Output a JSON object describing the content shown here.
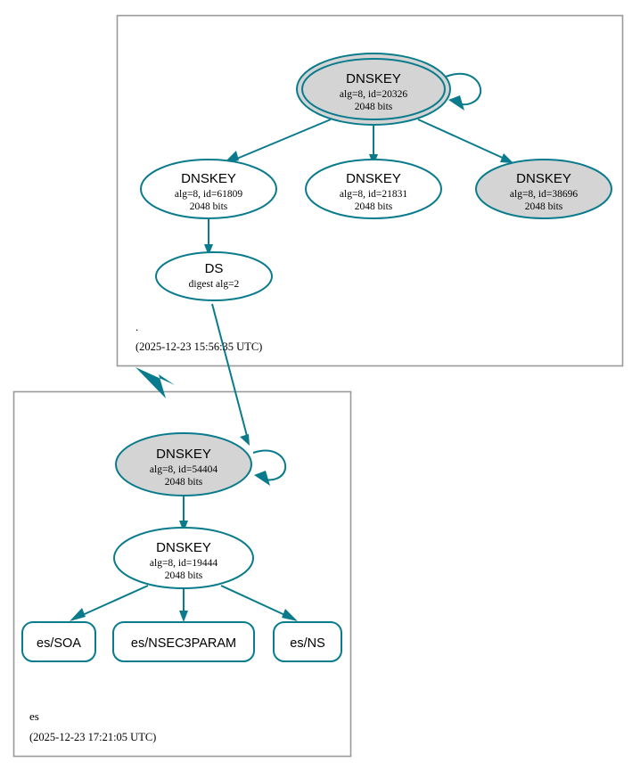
{
  "diagram": {
    "type": "dnssec-authentication-chain",
    "colors": {
      "edge": "#0a7b8c",
      "node_border": "#0a7b8c",
      "secure_fill": "#d4d4d4",
      "plain_fill": "#ffffff",
      "zone_box_border": "#9a9a9a",
      "text": "#000000"
    }
  },
  "zones": [
    {
      "id": "root",
      "name": ".",
      "timestamp": "(2025-12-23 15:56:35 UTC)"
    },
    {
      "id": "es",
      "name": "es",
      "timestamp": "(2025-12-23 17:21:05 UTC)"
    }
  ],
  "nodes": {
    "root_ksk": {
      "title": "DNSKEY",
      "line2": "alg=8, id=20326",
      "line3": "2048 bits"
    },
    "root_zsk_61809": {
      "title": "DNSKEY",
      "line2": "alg=8, id=61809",
      "line3": "2048 bits"
    },
    "root_zsk_21831": {
      "title": "DNSKEY",
      "line2": "alg=8, id=21831",
      "line3": "2048 bits"
    },
    "root_zsk_38696": {
      "title": "DNSKEY",
      "line2": "alg=8, id=38696",
      "line3": "2048 bits"
    },
    "root_ds": {
      "title": "DS",
      "line2": "digest alg=2"
    },
    "es_ksk": {
      "title": "DNSKEY",
      "line2": "alg=8, id=54404",
      "line3": "2048 bits"
    },
    "es_zsk": {
      "title": "DNSKEY",
      "line2": "alg=8, id=19444",
      "line3": "2048 bits"
    },
    "es_soa": {
      "label": "es/SOA"
    },
    "es_nsec3param": {
      "label": "es/NSEC3PARAM"
    },
    "es_ns": {
      "label": "es/NS"
    }
  }
}
